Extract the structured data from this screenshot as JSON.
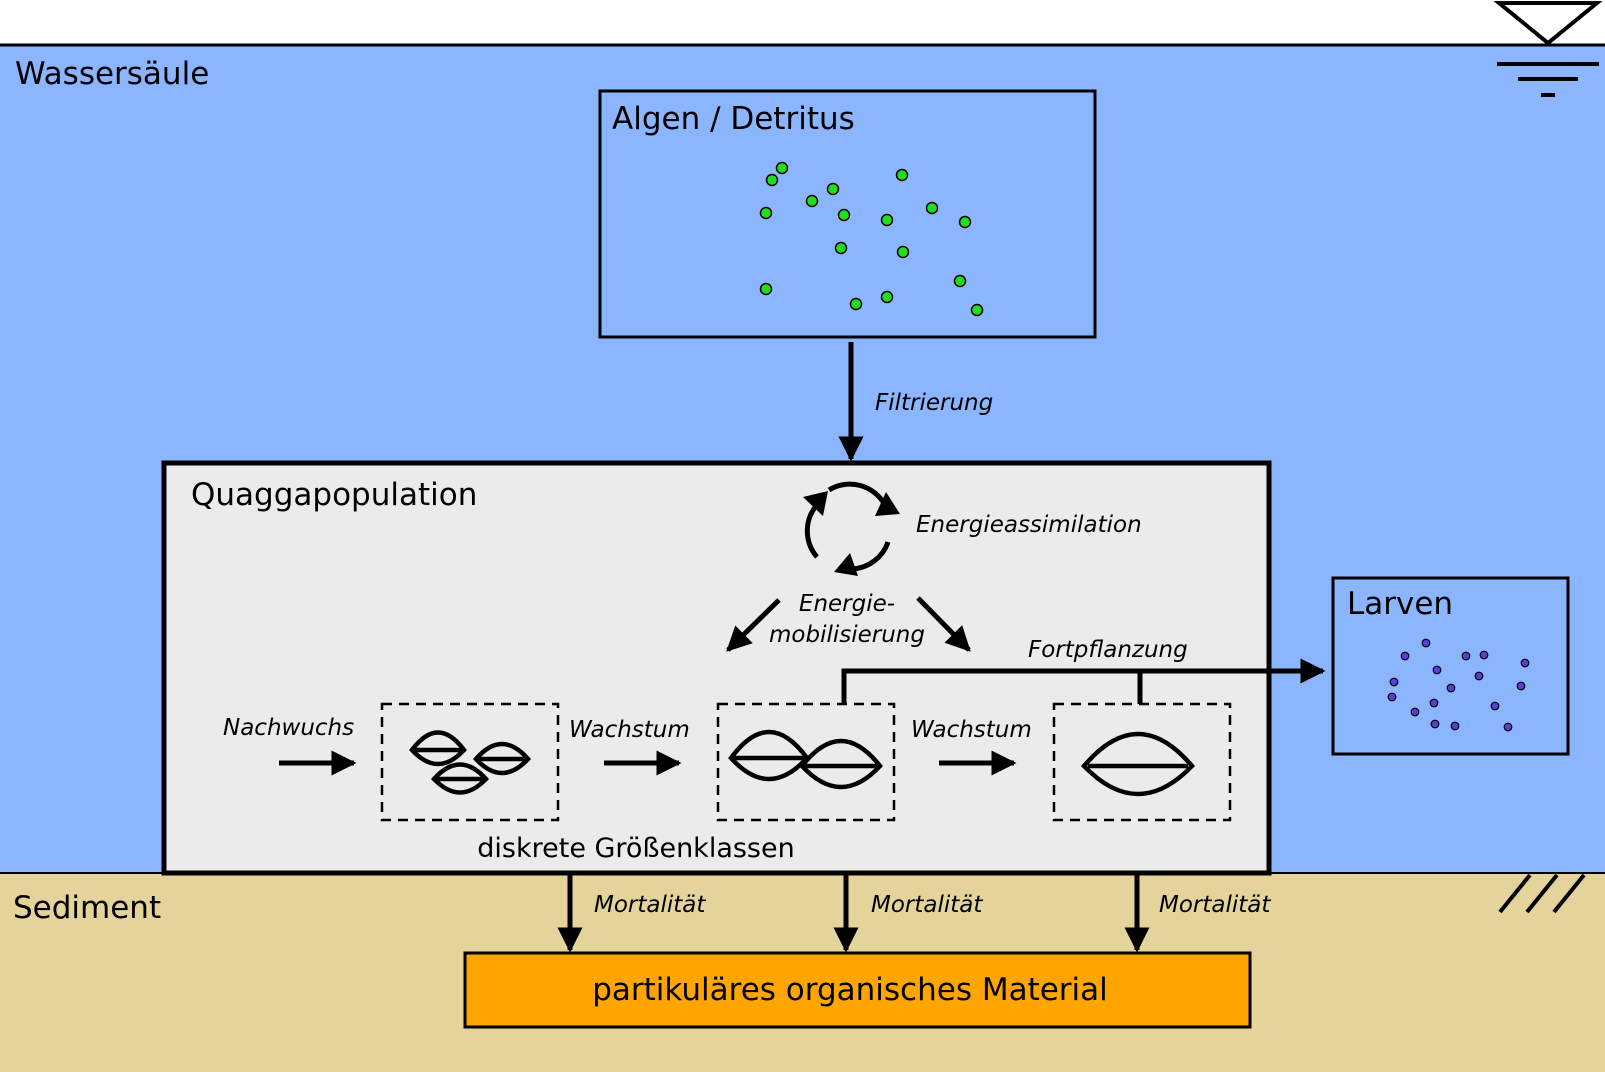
{
  "colors": {
    "water": "#8cb5ff",
    "sediment": "#e4d49b",
    "population_box": "#ebebeb",
    "organic_material": "#ffa500",
    "algae_dot": "#22dd22",
    "larvae_dot": "#5a3fd6",
    "line": "#000000"
  },
  "zones": {
    "water_label": "Wassersäule",
    "sediment_label": "Sediment"
  },
  "algae_box": {
    "title": "Algen / Detritus"
  },
  "larvae_box": {
    "title": "Larven"
  },
  "population_box": {
    "title": "Quaggapopulation",
    "size_classes_label": "diskrete Größenklassen"
  },
  "processes": {
    "filtration": "Filtrierung",
    "energy_assimilation": "Energieassimilation",
    "energy_mobilization_line1": "Energie-",
    "energy_mobilization_line2": "mobilisierung",
    "reproduction": "Fortpflanzung",
    "recruitment": "Nachwuchs",
    "growth_1": "Wachstum",
    "growth_2": "Wachstum",
    "mortality_1": "Mortalität",
    "mortality_2": "Mortalität",
    "mortality_3": "Mortalität"
  },
  "organic_material": {
    "label": "partikuläres organisches Material"
  }
}
